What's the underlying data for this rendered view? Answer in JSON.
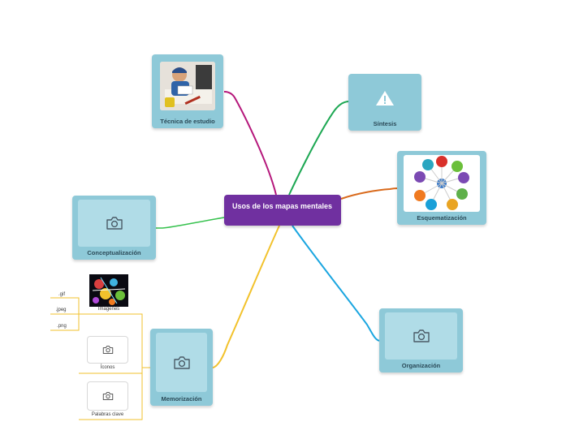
{
  "central": {
    "title": "Usos de los mapas mentales",
    "color": "#7030a0"
  },
  "nodes": {
    "tecnica": {
      "label": "Técnica de estudio",
      "image": "student-studying-illustration"
    },
    "sintesis": {
      "label": "Síntesis",
      "icon": "warning-icon"
    },
    "esquematizacion": {
      "label": "Esquematización",
      "image": "circular-diagram-thumbnail"
    },
    "conceptualizacion": {
      "label": "Conceptualización",
      "icon": "camera-icon"
    },
    "organizacion": {
      "label": "Organización",
      "icon": "camera-icon"
    },
    "memorizacion": {
      "label": "Memorización",
      "icon": "camera-icon"
    }
  },
  "subtopics": {
    "imagenes": {
      "label": "Imágenes",
      "image": "colorful-collage-thumbnail",
      "formats": [
        ".gif",
        ".jpeg",
        ".png"
      ]
    },
    "iconos": {
      "label": "Íconos",
      "icon": "camera-icon"
    },
    "palabras": {
      "label": "Palabras clave",
      "icon": "camera-icon"
    }
  },
  "branch_colors": {
    "tecnica": "#b5177b",
    "sintesis": "#1ea854",
    "esquematizacion": "#d96a1c",
    "conceptualizacion": "#35c14d",
    "organizacion": "#1ba6e0",
    "memorizacion": "#f2c22c"
  }
}
